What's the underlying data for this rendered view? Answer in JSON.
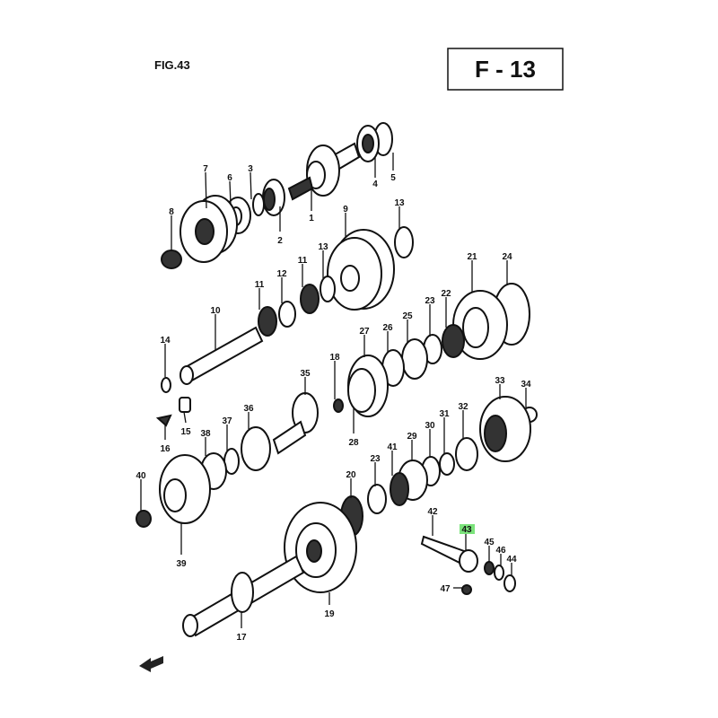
{
  "figure": "FIG.43",
  "page_code": "F - 13",
  "highlight_color": "#7be37b",
  "callouts": [
    {
      "id": "c1",
      "text": "7"
    },
    {
      "id": "c2",
      "text": "6"
    },
    {
      "id": "c3",
      "text": "3"
    },
    {
      "id": "c4",
      "text": "8"
    },
    {
      "id": "c5",
      "text": "2"
    },
    {
      "id": "c6",
      "text": "1"
    },
    {
      "id": "c7",
      "text": "4"
    },
    {
      "id": "c8",
      "text": "5"
    },
    {
      "id": "c9",
      "text": "9"
    },
    {
      "id": "c10",
      "text": "13"
    },
    {
      "id": "c11",
      "text": "13"
    },
    {
      "id": "c12",
      "text": "11"
    },
    {
      "id": "c13",
      "text": "12"
    },
    {
      "id": "c14",
      "text": "11"
    },
    {
      "id": "c15",
      "text": "10"
    },
    {
      "id": "c16",
      "text": "14"
    },
    {
      "id": "c17",
      "text": "21"
    },
    {
      "id": "c18",
      "text": "24"
    },
    {
      "id": "c19",
      "text": "22"
    },
    {
      "id": "c20",
      "text": "23"
    },
    {
      "id": "c21",
      "text": "25"
    },
    {
      "id": "c22",
      "text": "26"
    },
    {
      "id": "c23",
      "text": "27"
    },
    {
      "id": "c24",
      "text": "18"
    },
    {
      "id": "c25",
      "text": "35"
    },
    {
      "id": "c26",
      "text": "28"
    },
    {
      "id": "c27",
      "text": "16"
    },
    {
      "id": "c28",
      "text": "15"
    },
    {
      "id": "c29",
      "text": "36"
    },
    {
      "id": "c30",
      "text": "37"
    },
    {
      "id": "c31",
      "text": "38"
    },
    {
      "id": "c32",
      "text": "33"
    },
    {
      "id": "c33",
      "text": "34"
    },
    {
      "id": "c34",
      "text": "32"
    },
    {
      "id": "c35",
      "text": "31"
    },
    {
      "id": "c36",
      "text": "30"
    },
    {
      "id": "c37",
      "text": "29"
    },
    {
      "id": "c38",
      "text": "41"
    },
    {
      "id": "c39",
      "text": "23"
    },
    {
      "id": "c40",
      "text": "20"
    },
    {
      "id": "c41",
      "text": "40"
    },
    {
      "id": "c42",
      "text": "39"
    },
    {
      "id": "c43",
      "text": "42"
    },
    {
      "id": "c44",
      "text": "43",
      "highlighted": true
    },
    {
      "id": "c45",
      "text": "45"
    },
    {
      "id": "c46",
      "text": "46"
    },
    {
      "id": "c47",
      "text": "44"
    },
    {
      "id": "c48",
      "text": "47"
    },
    {
      "id": "c49",
      "text": "19"
    },
    {
      "id": "c50",
      "text": "17"
    }
  ]
}
